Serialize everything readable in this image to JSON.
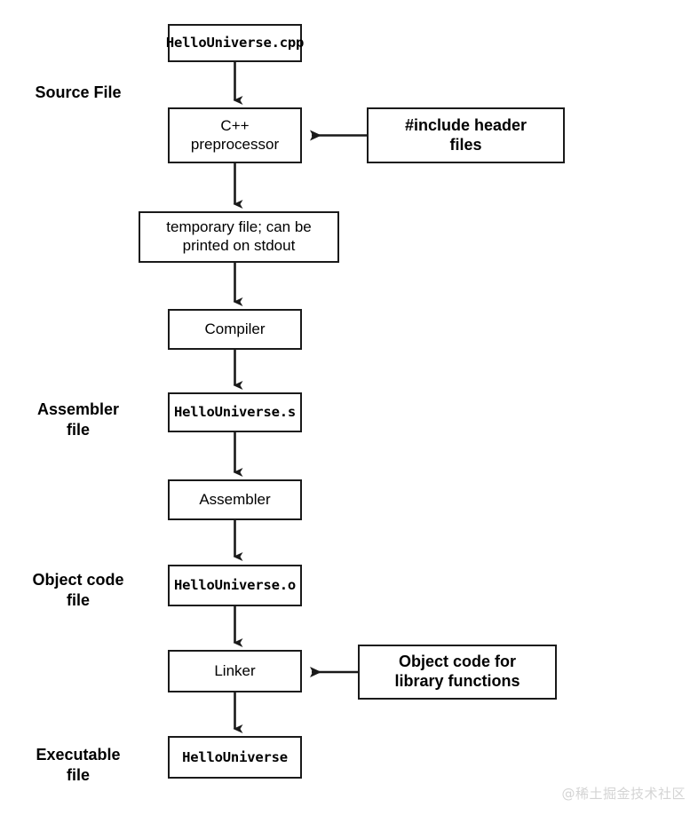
{
  "diagram": {
    "title": "C++ compilation pipeline",
    "colors": {
      "stroke": "#1a1a1a",
      "background": "#ffffff",
      "text": "#000000",
      "watermark": "#d4d4d4"
    },
    "captions": [
      {
        "id": "source-file",
        "text": "Source File"
      },
      {
        "id": "assembler-file",
        "text": "Assembler\nfile"
      },
      {
        "id": "object-code-file",
        "text": "Object code\nfile"
      },
      {
        "id": "executable-file",
        "text": "Executable\nfile"
      }
    ],
    "nodes": [
      {
        "id": "source",
        "text": "HelloUniverse.cpp",
        "style": "mono"
      },
      {
        "id": "preprocessor",
        "text": "C++\npreprocessor",
        "style": "sans"
      },
      {
        "id": "temp-file",
        "text": "temporary file; can be\nprinted on stdout",
        "style": "sans"
      },
      {
        "id": "compiler",
        "text": "Compiler",
        "style": "sans"
      },
      {
        "id": "asm-source",
        "text": "HelloUniverse.s",
        "style": "mono"
      },
      {
        "id": "assembler",
        "text": "Assembler",
        "style": "sans"
      },
      {
        "id": "object-file",
        "text": "HelloUniverse.o",
        "style": "mono"
      },
      {
        "id": "linker",
        "text": "Linker",
        "style": "sans"
      },
      {
        "id": "executable",
        "text": "HelloUniverse",
        "style": "mono"
      }
    ],
    "side_nodes": [
      {
        "id": "include-headers",
        "text": "#include header\nfiles",
        "style": "sans-bold"
      },
      {
        "id": "library-objects",
        "text": "Object code for\nlibrary functions",
        "style": "sans-bold"
      }
    ],
    "watermark": "@稀土掘金技术社区"
  }
}
